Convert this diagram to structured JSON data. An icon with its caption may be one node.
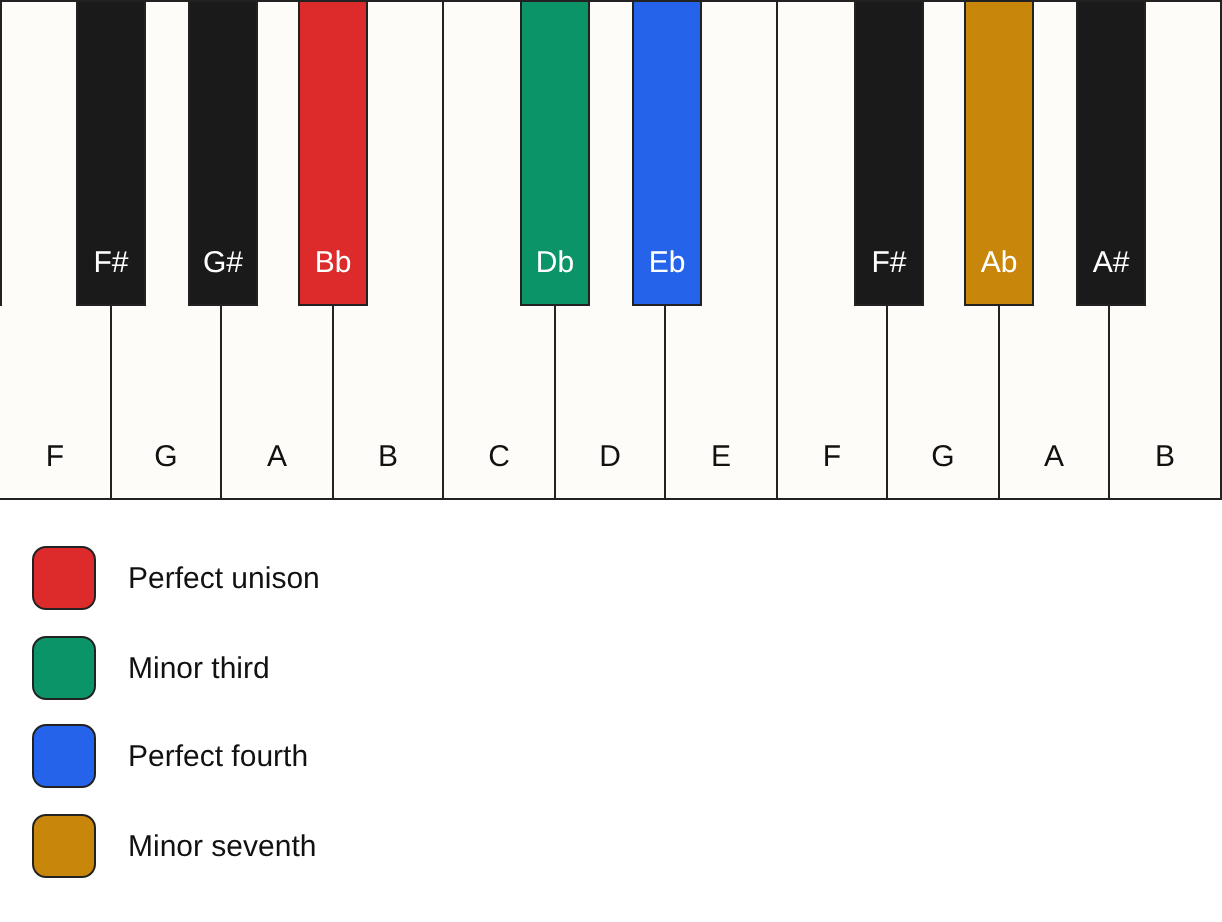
{
  "diagram": {
    "nodes": [
      {
        "text": [
          "F#"
        ]
      },
      {
        "text": [
          "G#"
        ]
      },
      {
        "text": [
          "Bb"
        ]
      },
      {
        "text": [
          "Db"
        ]
      },
      {
        "text": [
          "Eb"
        ]
      },
      {
        "text": [
          "F#"
        ]
      },
      {
        "text": [
          "Ab"
        ]
      },
      {
        "text": [
          "A#"
        ]
      },
      {
        "text": [
          "F"
        ]
      },
      {
        "text": [
          "G"
        ]
      },
      {
        "text": [
          "A"
        ]
      },
      {
        "text": [
          "B"
        ]
      },
      {
        "text": [
          "C"
        ]
      },
      {
        "text": [
          "D"
        ]
      },
      {
        "text": [
          "E"
        ]
      },
      {
        "text": [
          "F"
        ]
      },
      {
        "text": [
          "G"
        ]
      },
      {
        "text": [
          "A"
        ]
      },
      {
        "text": [
          "B"
        ]
      }
    ],
    "legend": [
      {
        "text": "Perfect unison",
        "color": "#dd2a2a"
      },
      {
        "text": "Minor third",
        "color": "#0b9467"
      },
      {
        "text": "Perfect fourth",
        "color": "#2563eb"
      },
      {
        "text": "Minor seventh",
        "color": "#c8870a"
      }
    ]
  }
}
